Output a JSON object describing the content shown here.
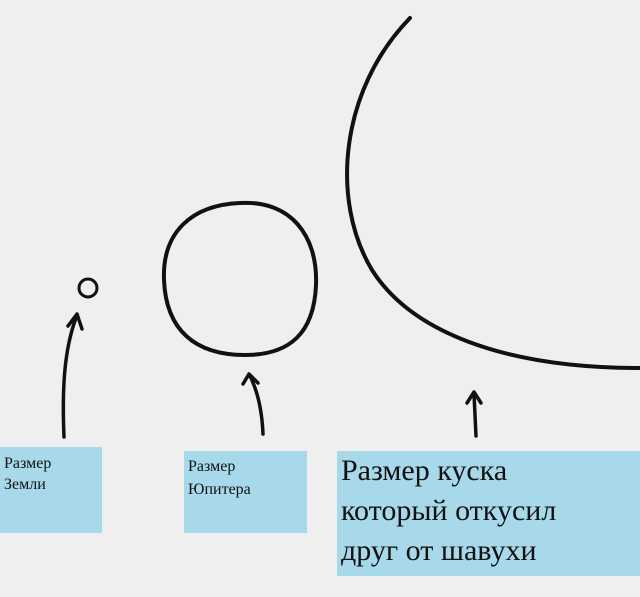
{
  "labels": {
    "earth": [
      "Размер",
      "Земли"
    ],
    "jupiter": [
      "Размер",
      "Юпитера"
    ],
    "bite": [
      "Размер куска",
      "который откусил",
      "друг от шавухи"
    ]
  },
  "colors": {
    "background": "#efefef",
    "label_bg": "#a7d9ea",
    "ink": "#111111"
  }
}
